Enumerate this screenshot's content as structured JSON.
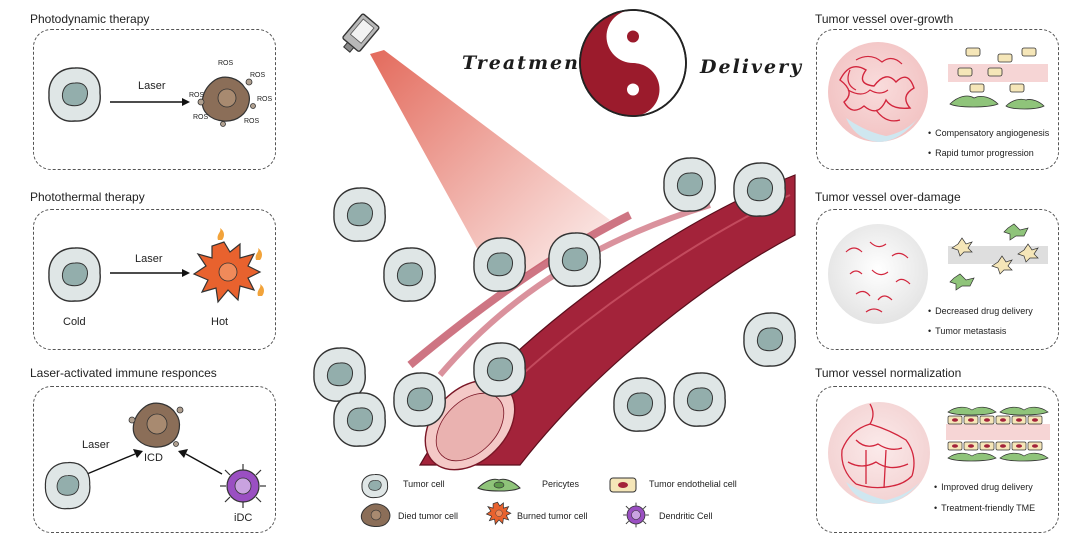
{
  "left": {
    "pdt": {
      "title": "Photodynamic therapy",
      "arrow_label": "Laser",
      "ros_label": "ROS"
    },
    "ptt": {
      "title": "Photothermal therapy",
      "arrow_label": "Laser",
      "cold_label": "Cold",
      "hot_label": "Hot"
    },
    "immune": {
      "title": "Laser-activated immune responces",
      "arrow_label": "Laser",
      "icd_label": "ICD",
      "idc_label": "iDC"
    }
  },
  "center": {
    "treatment_label": "Treatment",
    "delivery_label": "Delivery",
    "legend": {
      "tumor_cell": "Tumor cell",
      "pericytes": "Pericytes",
      "endothelial": "Tumor endothelial cell",
      "died": "Died tumor cell",
      "burned": "Burned tumor cell",
      "dendritic": "Dendritic Cell"
    }
  },
  "right": {
    "overgrowth": {
      "title": "Tumor vessel over-growth",
      "b1": "Compensatory angiogenesis",
      "b2": "Rapid tumor progression"
    },
    "overdamage": {
      "title": "Tumor vessel over-damage",
      "b1": "Decreased drug delivery",
      "b2": "Tumor metastasis"
    },
    "normal": {
      "title": "Tumor vessel normalization",
      "b1": "Improved drug delivery",
      "b2": "Treatment-friendly TME"
    }
  },
  "colors": {
    "cell_fill": "#dfe6e6",
    "nucleus": "#93aeac",
    "vessel": "#a3233a",
    "yin": "#9b1b2c",
    "laser": "#e05a4a",
    "pericyte": "#8fc47a",
    "endothelial": "#f5e6b8",
    "dendritic": "#9a4fc2",
    "burned": "#e8622e",
    "died": "#8b6e58"
  }
}
